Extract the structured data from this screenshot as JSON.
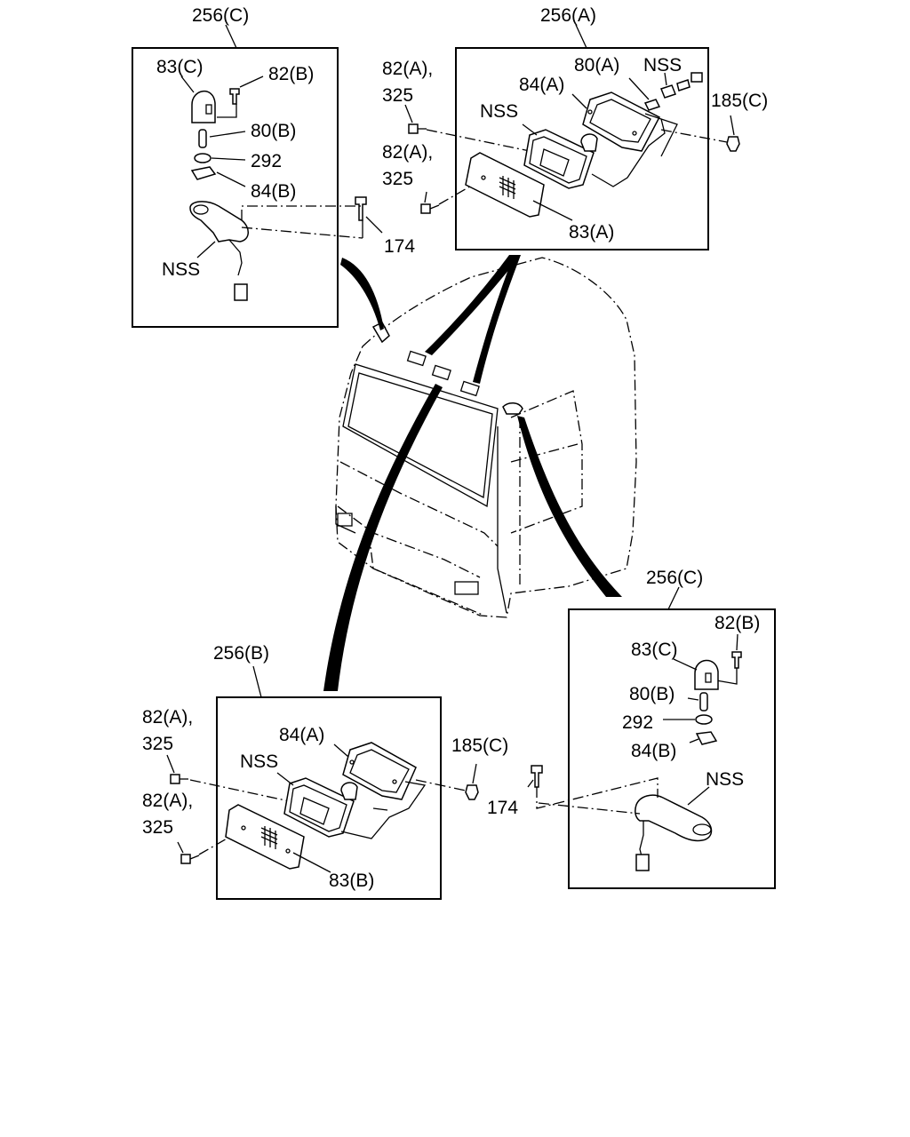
{
  "callouts": {
    "box_top_left": "256(C)",
    "box_top_right": "256(A)",
    "box_bottom_left": "256(B)",
    "box_bottom_right": "256(C)"
  },
  "labels": {
    "tl_83c": "83(C)",
    "tl_82b": "82(B)",
    "tl_80b": "80(B)",
    "tl_292": "292",
    "tl_84b": "84(B)",
    "tl_nss": "NSS",
    "tl_174": "174",
    "tr_82a_1": "82(A),",
    "tr_325_1": "325",
    "tr_82a_2": "82(A),",
    "tr_325_2": "325",
    "tr_80a": "80(A)",
    "tr_nss_1": "NSS",
    "tr_84a": "84(A)",
    "tr_nss_2": "NSS",
    "tr_185c": "185(C)",
    "tr_83a": "83(A)",
    "bl_82a_1": "82(A),",
    "bl_325_1": "325",
    "bl_82a_2": "82(A),",
    "bl_325_2": "325",
    "bl_84a": "84(A)",
    "bl_nss": "NSS",
    "bl_185c": "185(C)",
    "bl_174": "174",
    "bl_83b": "83(B)",
    "br_82b": "82(B)",
    "br_83c": "83(C)",
    "br_80b": "80(B)",
    "br_292": "292",
    "br_84b": "84(B)",
    "br_nss": "NSS"
  }
}
